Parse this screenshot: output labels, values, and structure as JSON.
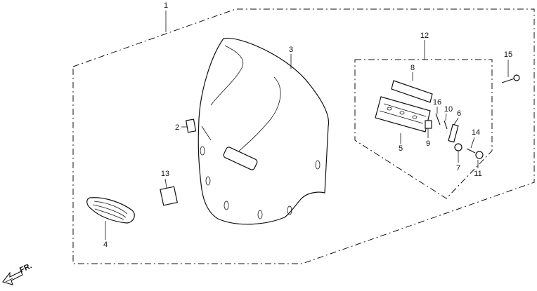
{
  "diagram": {
    "callouts": [
      {
        "id": "c1",
        "label": "1"
      },
      {
        "id": "c2",
        "label": "2"
      },
      {
        "id": "c3",
        "label": "3"
      },
      {
        "id": "c4",
        "label": "4"
      },
      {
        "id": "c5",
        "label": "5"
      },
      {
        "id": "c6",
        "label": "6"
      },
      {
        "id": "c7",
        "label": "7"
      },
      {
        "id": "c8",
        "label": "8"
      },
      {
        "id": "c9",
        "label": "9"
      },
      {
        "id": "c10",
        "label": "10"
      },
      {
        "id": "c11",
        "label": "11"
      },
      {
        "id": "c12",
        "label": "12"
      },
      {
        "id": "c13",
        "label": "13"
      },
      {
        "id": "c14",
        "label": "14"
      },
      {
        "id": "c15",
        "label": "15"
      },
      {
        "id": "c16",
        "label": "16"
      }
    ],
    "direction_label": "FR."
  }
}
